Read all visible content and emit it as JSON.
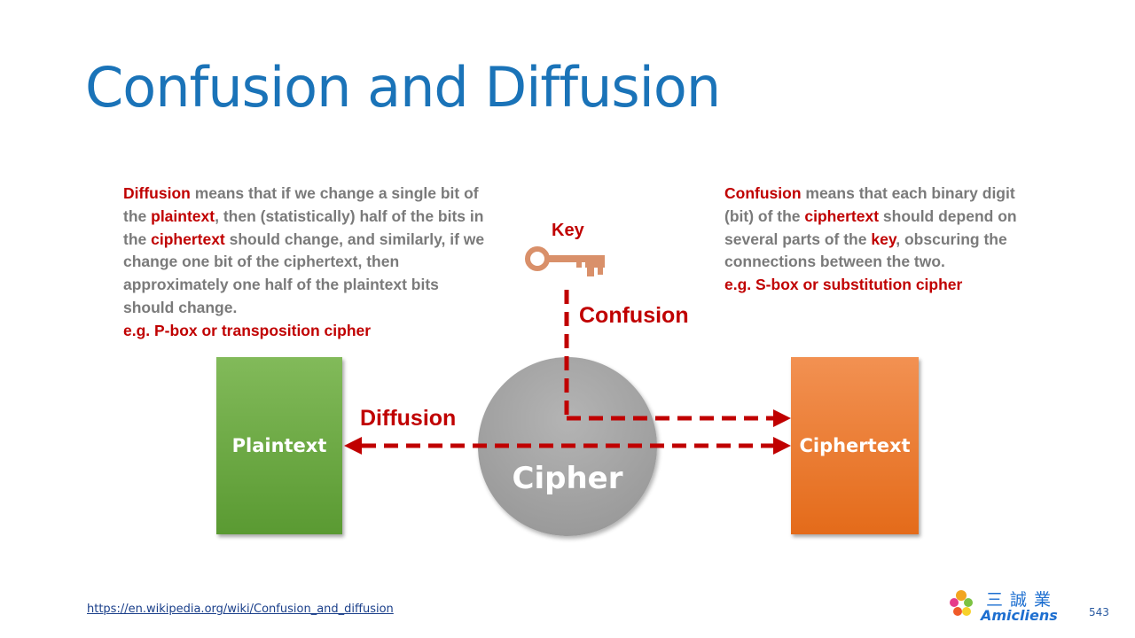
{
  "title": "Confusion and Diffusion",
  "left_description": {
    "term": "Diffusion",
    "t1": " means that if we change a single bit of the ",
    "word_plaintext": "plaintext",
    "t2": ", then (statistically) half of the bits in the ",
    "word_ciphertext": "ciphertext",
    "t3": " should change, and similarly, if we change one bit of the ciphertext, then approximately one half of the plaintext bits should change.",
    "example": "e.g. P-box or transposition cipher"
  },
  "right_description": {
    "term": "Confusion",
    "t1": " means that each binary digit (bit) of the ",
    "word_ciphertext": "ciphertext",
    "t2": " should depend on several parts of the ",
    "word_key": "key",
    "t3": ", obscuring the connections between the two.",
    "example": "e.g. S-box or substitution cipher"
  },
  "diagram": {
    "key_label": "Key",
    "confusion_label": "Confusion",
    "diffusion_label": "Diffusion",
    "plaintext_label": "Plaintext",
    "cipher_label": "Cipher",
    "ciphertext_label": "Ciphertext"
  },
  "footer": {
    "link": "https://en.wikipedia.org/wiki/Confusion_and_diffusion",
    "logo_chinese": "三誠業",
    "logo_english": "Amicliens",
    "page_number": "543"
  },
  "colors": {
    "title": "#1a73b8",
    "highlight": "#c00000",
    "body_text": "#7a7a7a",
    "plaintext_box": "#6aaa42",
    "ciphertext_box": "#ea7a2c",
    "cipher_circle": "#a6a6a6",
    "key_icon": "#d9906a",
    "arrow": "#c00000"
  },
  "icons": {
    "key": "key-icon",
    "logo": "flower-logo-icon"
  }
}
